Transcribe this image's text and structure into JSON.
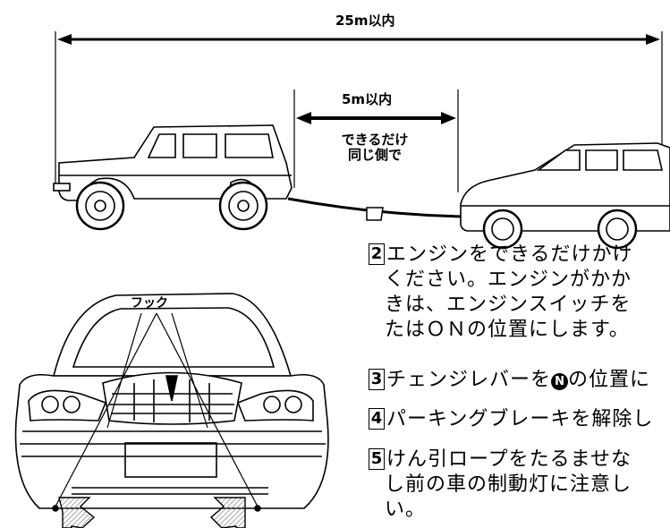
{
  "distance_total": "25m以内",
  "distance_short": "5m以内",
  "same_side_line1": "できるだけ",
  "same_side_line2": "同じ側で",
  "hook_label": "フック",
  "steps": [
    {
      "num": "2",
      "lines": [
        "エンジンをできるだけかけ",
        "ください。エンジンがかか",
        "きは、エンジンスイッチを",
        "たはＯＮの位置にします。"
      ]
    },
    {
      "num": "3",
      "before": "チェンジレバーを",
      "symbol": "N",
      "after": "の位置に"
    },
    {
      "num": "4",
      "lines": [
        "パーキングブレーキを解除し"
      ]
    },
    {
      "num": "5",
      "lines": [
        "けん引ロープをたるませな",
        "し前の車の制動灯に注意し",
        "い。"
      ]
    }
  ]
}
